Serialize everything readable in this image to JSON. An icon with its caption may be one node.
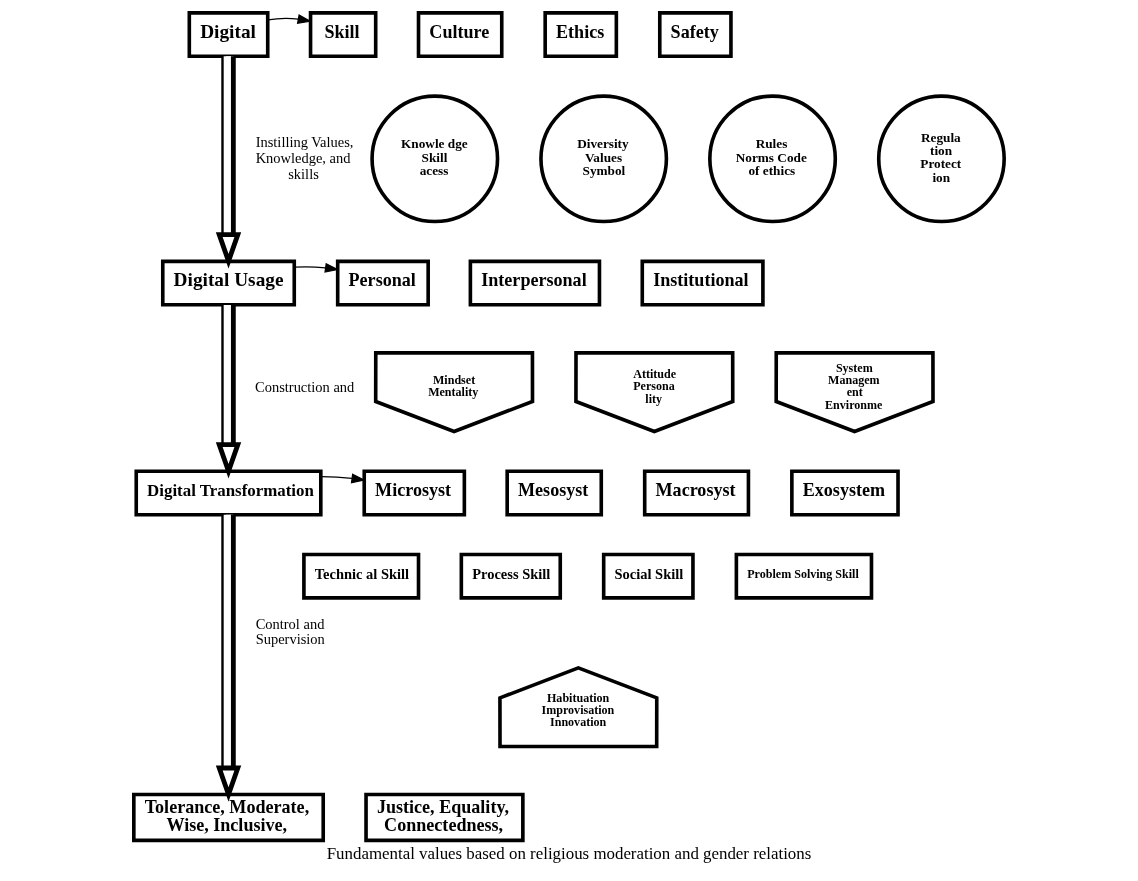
{
  "diagram": {
    "caption": "Fundamental values based on religious moderation and gender relations",
    "nodes": [
      {
        "text": [
          "Digital"
        ]
      },
      {
        "text": [
          "Skill"
        ]
      },
      {
        "text": [
          "Culture"
        ]
      },
      {
        "text": [
          "Ethics"
        ]
      },
      {
        "text": [
          "Safety"
        ]
      },
      {
        "text": [
          "Knowle dge Skill acess"
        ]
      },
      {
        "text": [
          "Diversity Values Symbol"
        ]
      },
      {
        "text": [
          "Rules Norms Code of ethics"
        ]
      },
      {
        "text": [
          "Regula tion Protect ion"
        ]
      },
      {
        "text": [
          "Digital Usage"
        ]
      },
      {
        "text": [
          "Personal"
        ]
      },
      {
        "text": [
          "Interpersonal"
        ]
      },
      {
        "text": [
          "Institutional"
        ]
      },
      {
        "text": [
          "Mindset Mentality"
        ]
      },
      {
        "text": [
          "Attitude Persona lity"
        ]
      },
      {
        "text": [
          "System Managem ent Environme"
        ]
      },
      {
        "text": [
          "Digital Transformation"
        ]
      },
      {
        "text": [
          "Microsyst"
        ]
      },
      {
        "text": [
          "Mesosyst"
        ]
      },
      {
        "text": [
          "Macrosyst"
        ]
      },
      {
        "text": [
          "Exosystem"
        ]
      },
      {
        "text": [
          "Technic al Skill"
        ]
      },
      {
        "text": [
          "Process Skill"
        ]
      },
      {
        "text": [
          "Social Skill"
        ]
      },
      {
        "text": [
          "Problem Solving Skill"
        ]
      },
      {
        "text": [
          "Habituation Improvisation Innovation"
        ]
      },
      {
        "text": [
          "Tolerance, Moderate, Wise, Inclusive,"
        ]
      },
      {
        "text": [
          "Justice, Equality, Connectedness,"
        ]
      }
    ],
    "edges": [
      {
        "from": 0,
        "to": 1,
        "arrow": "to"
      },
      {
        "from": 0,
        "to": 9,
        "arrow": "to",
        "label": "Instilling Values, Knowledge, and skills",
        "style": "thick"
      },
      {
        "from": 9,
        "to": 10,
        "arrow": "to"
      },
      {
        "from": 9,
        "to": 16,
        "arrow": "to",
        "label": "Construction and",
        "style": "thick"
      },
      {
        "from": 16,
        "to": 17,
        "arrow": "to"
      },
      {
        "from": 16,
        "to": 26,
        "arrow": "to",
        "label": "Control and Supervision",
        "style": "thick"
      }
    ]
  }
}
